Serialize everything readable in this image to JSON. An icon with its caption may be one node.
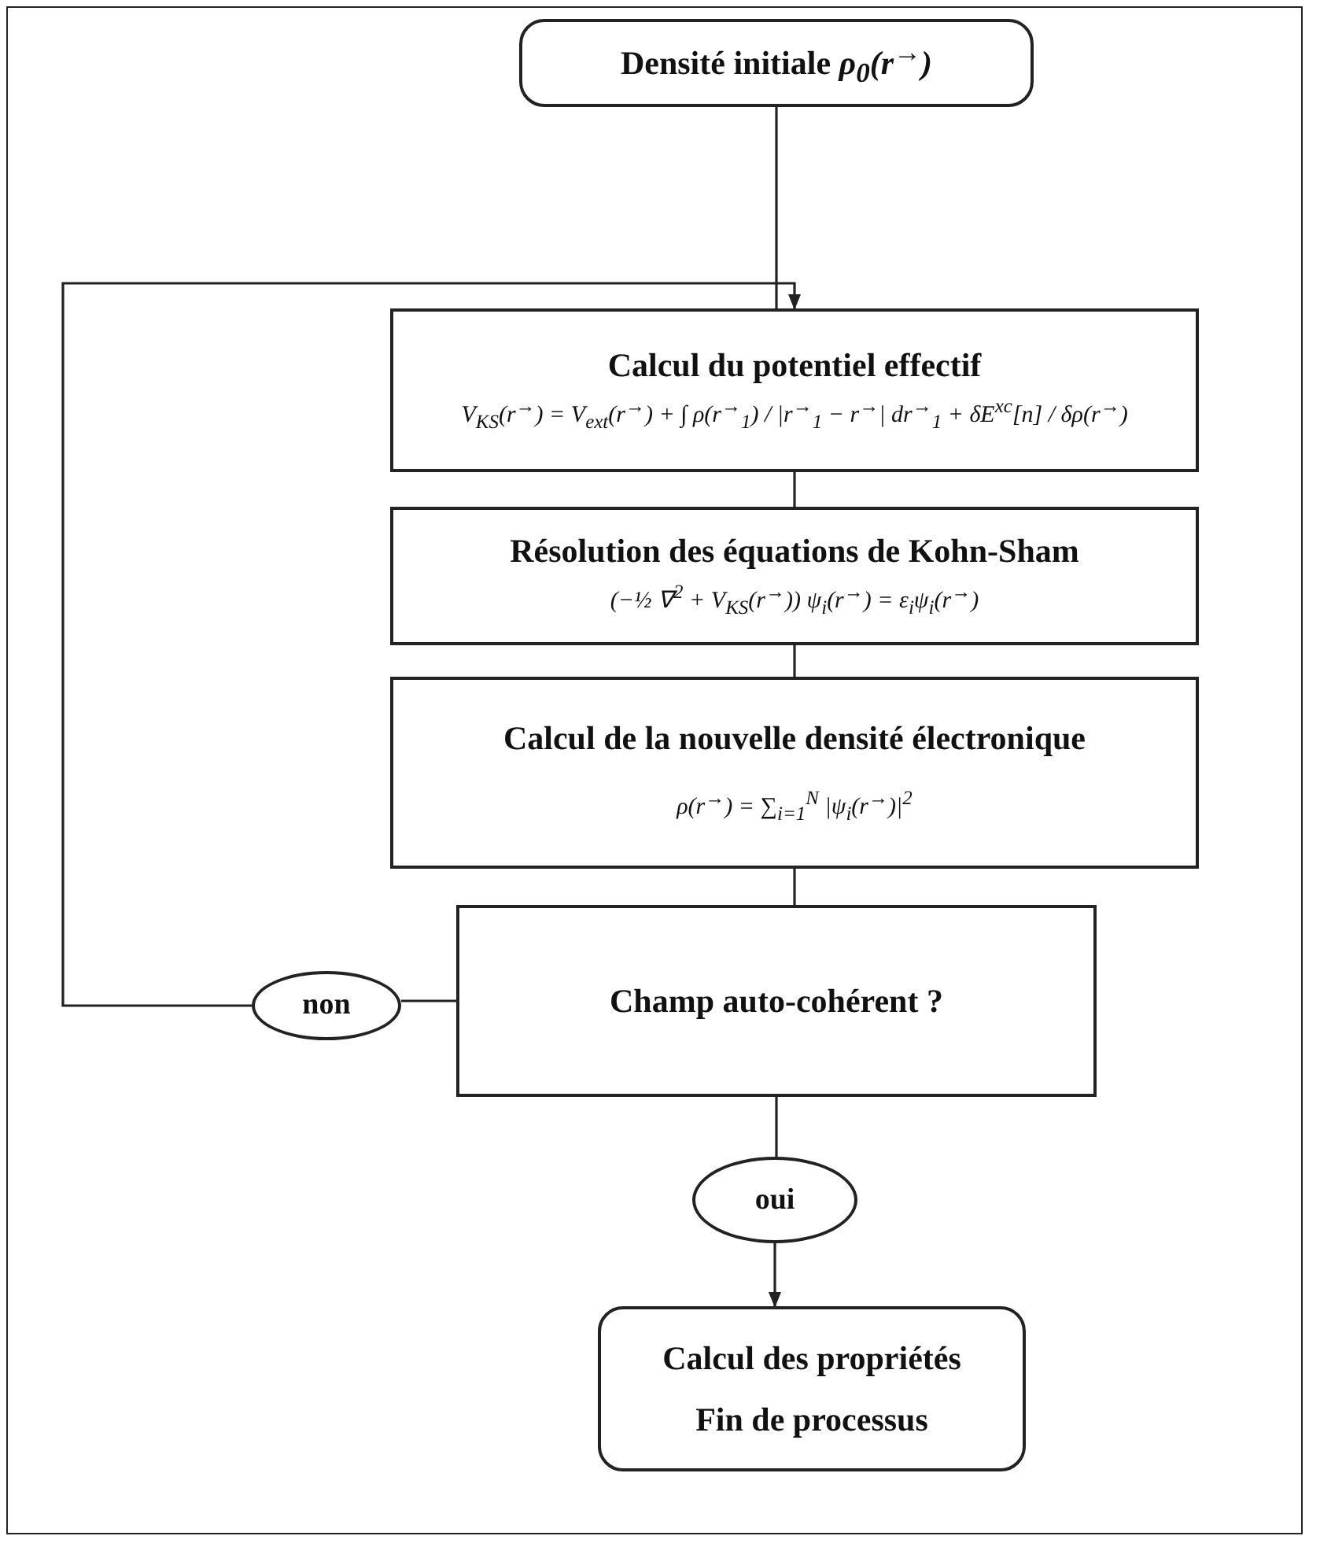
{
  "diagram": {
    "nodes": [
      {
        "text": [
          "Densité initiale *ρ$_{0}$(r$^{→}$)*"
        ]
      },
      {
        "text": [
          "Calcul du potentiel effectif",
          "V$_{KS}$(r$^{→}$) = V$_{ext}$(r$^{→}$) + ∫ ρ(r$^{→}$$_{1}$) / |r$^{→}$$_{1}$ − r$^{→}$| dr$^{→}$$_{1}$ + δE$^{xc}$[n] / δρ(r$^{→}$)"
        ]
      },
      {
        "text": [
          "Résolution des équations de Kohn-Sham",
          "(−½ ∇$^{2}$ + V$_{KS}$(r$^{→}$)) ψ$_{i}$(r$^{→}$) = ε$_{i}$ψ$_{i}$(r$^{→}$)"
        ]
      },
      {
        "text": [
          "Calcul de la nouvelle densité électronique",
          "ρ(r$^{→}$) = ∑$_{i=1}$$^{N}$ |ψ$_{i}$(r$^{→}$)|$^{2}$"
        ]
      },
      {
        "text": [
          "Champ auto-cohérent ?"
        ]
      },
      {
        "text": [
          "non"
        ]
      },
      {
        "text": [
          "oui"
        ]
      },
      {
        "text": [
          "Calcul des propriétés",
          "Fin de processus"
        ]
      }
    ],
    "edges": [
      {
        "from": 0,
        "to": 1,
        "arrow": "none"
      },
      {
        "from": 1,
        "to": 2,
        "arrow": "none"
      },
      {
        "from": 2,
        "to": 3,
        "arrow": "none"
      },
      {
        "from": 3,
        "to": 4,
        "arrow": "none"
      },
      {
        "from": 4,
        "to": 5,
        "arrow": "none"
      },
      {
        "from": 5,
        "to": 1,
        "arrow": "to"
      },
      {
        "from": 4,
        "to": 6,
        "arrow": "none"
      },
      {
        "from": 6,
        "to": 7,
        "arrow": "to"
      }
    ]
  }
}
